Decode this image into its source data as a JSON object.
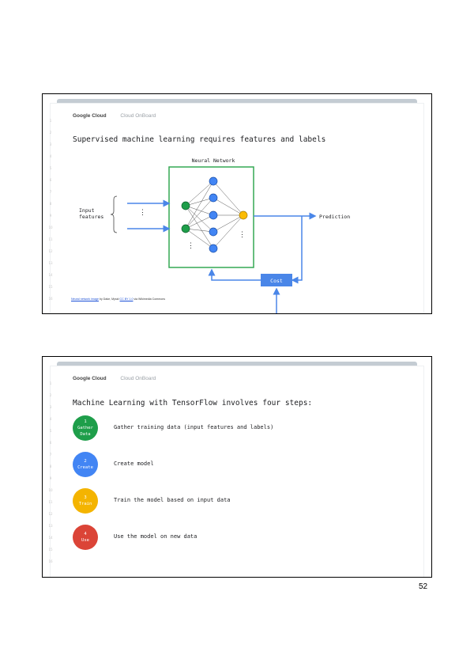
{
  "brand": {
    "google_cloud": "Google Cloud",
    "cloud_onboard": "Cloud OnBoard"
  },
  "slide1": {
    "title": "Supervised machine learning requires features and labels",
    "network_label": "Neural Network",
    "input_label_1": "Input",
    "input_label_2": "features",
    "prediction_label": "Prediction",
    "cost_label": "Cost",
    "credit": {
      "link_text": "Neural network image",
      "by_text": " by Dake, Mysid ",
      "license_text": "CC BY 1.0",
      "suffix_text": " via Wikimedia Commons"
    },
    "ruler_numbers": [
      "1",
      "2",
      "3",
      "4",
      "5",
      "6",
      "7",
      "8",
      "9",
      "10",
      "11",
      "12",
      "13",
      "14",
      "15",
      "16"
    ]
  },
  "slide2": {
    "title": "Machine Learning with TensorFlow involves four steps:",
    "steps": [
      {
        "number": "1",
        "name_1": "Gather",
        "name_2": "Data",
        "text": "Gather training data (input features and labels)",
        "color": "#1e9e4a"
      },
      {
        "number": "2",
        "name_1": "Create",
        "name_2": "",
        "text": "Create model",
        "color": "#4285f4"
      },
      {
        "number": "3",
        "name_1": "Train",
        "name_2": "",
        "text": "Train the model based on input data",
        "color": "#f4b400"
      },
      {
        "number": "4",
        "name_1": "Use",
        "name_2": "",
        "text": "Use the model on new data",
        "color": "#db4437"
      }
    ],
    "ruler_numbers": [
      "1",
      "2",
      "3",
      "4",
      "5",
      "6",
      "7",
      "8",
      "9",
      "10",
      "11",
      "12",
      "13",
      "14",
      "15",
      "16"
    ]
  },
  "page_number": "52",
  "colors": {
    "network_box": "#34a853",
    "arrow": "#4a86e8",
    "node_green": "#1e9e4a",
    "node_blue": "#4285f4",
    "node_yellow": "#fbbc04",
    "cost_box": "#4a86e8"
  }
}
